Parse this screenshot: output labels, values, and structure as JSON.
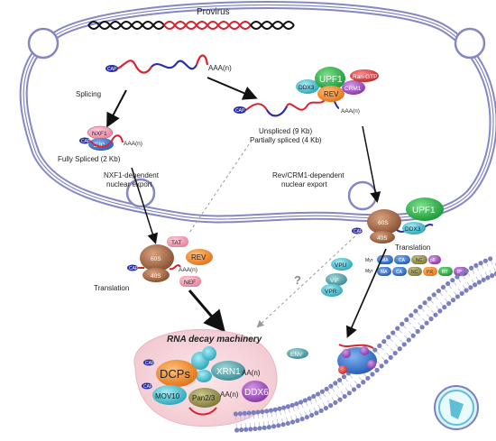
{
  "provirus": {
    "label": "Provirus"
  },
  "rna": {
    "cap": "CAP",
    "polyA": "AAA(n)"
  },
  "splicing": {
    "label": "Splicing"
  },
  "fully_spliced": {
    "label": "Fully Spliced (2 Kb)",
    "nxf1": "NXF1",
    "ejc": "EJC"
  },
  "unspliced": {
    "label1": "Unspliced (9 Kb)",
    "label2": "Partially spliced (4 Kb)",
    "upf1": "UPF1",
    "ddx3": "DDX3",
    "rev": "REV",
    "crm1": "CRM1",
    "ran": "Ran-GTP"
  },
  "export": {
    "nxf1_line1": "NXF1-dependent",
    "nxf1_line2": "nuclear export",
    "rev_line1": "Rev/CRM1-dependent",
    "rev_line2": "nuclear export"
  },
  "translation_left": {
    "label": "Translation",
    "ribo_large": "60S",
    "ribo_small": "40S",
    "tat": "TAT",
    "rev": "REV",
    "nef": "NEF"
  },
  "translation_right": {
    "label": "Translation",
    "ribo_large": "60S",
    "ribo_small": "40S",
    "upf1": "UPF1",
    "ddx3": "DDX3"
  },
  "accessory": {
    "vpu": "VPU",
    "vif": "VIF",
    "vpr": "VPR"
  },
  "gag_pol": {
    "row1_prefix": "Myr",
    "row1": [
      "MA",
      "CA",
      "NC",
      "p6"
    ],
    "row2_prefix": "Myr",
    "row2": [
      "MA",
      "CA",
      "NC",
      "PR",
      "RT",
      "IN"
    ]
  },
  "question": "?",
  "decay": {
    "title": "RNA decay machinery",
    "dcps": "DCPs",
    "xrn1": "XRN1",
    "ddx6": "DDX6",
    "mov10": "MOV10",
    "pan": "Pan2/3",
    "cap1": "CAP",
    "cap2": "CAP",
    "polyA1": "AA(n)",
    "polyA2": "AA(n)"
  },
  "env": {
    "label": "ENV"
  },
  "colors": {
    "membrane": "#7b7fbf",
    "ribosome": "#a0694a",
    "upf1": "#2fb34a",
    "rev": "#f08a2a",
    "ddx3": "#4fc3d6",
    "decay_bg": "#f7d9de",
    "rna_red": "#d8242f",
    "rna_blue": "#2a2fa8"
  }
}
